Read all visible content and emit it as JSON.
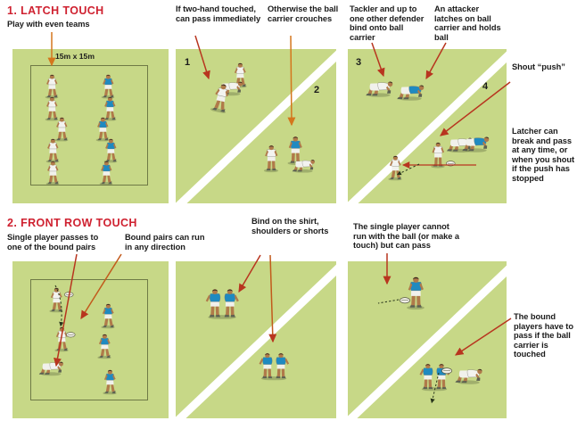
{
  "document": {
    "title": "Rugby coaching drills diagram",
    "colors": {
      "pitch_green": "#c7d887",
      "heading_red": "#cf2130",
      "arrow_red": "#c0392b",
      "arrow_orange": "#d4761d",
      "jersey_blue": "#1f8ac0",
      "jersey_white": "#f3f3f0",
      "box_line": "#6f7a46",
      "diagonal_white": "#ffffff",
      "text_black": "#1b1b1b"
    }
  },
  "sections": [
    {
      "id": "latch-touch",
      "heading": "1. LATCH TOUCH",
      "captions": [
        {
          "id": "cap-1-1",
          "text": "Play with even teams"
        },
        {
          "id": "cap-1-2",
          "text": "If two-hand touched, can pass immediately"
        },
        {
          "id": "cap-1-3",
          "text": "Otherwise the ball carrier crouches"
        },
        {
          "id": "cap-1-4",
          "text": "Tackler and up to one other defender bind onto ball carrier"
        },
        {
          "id": "cap-1-5",
          "text": "An attacker latches on ball carrier and holds ball"
        },
        {
          "id": "cap-1-6",
          "text": "Shout “push”"
        },
        {
          "id": "cap-1-7",
          "text": "Latcher can break and pass at any time, or when you shout if the push has stopped"
        }
      ],
      "field_label": "15m x 15m",
      "panel_numbers": [
        "1",
        "2",
        "3",
        "4"
      ]
    },
    {
      "id": "front-row-touch",
      "heading": "2. FRONT ROW TOUCH",
      "captions": [
        {
          "id": "cap-2-1",
          "text": "Single player passes to one of the bound pairs"
        },
        {
          "id": "cap-2-2",
          "text": "Bound pairs can run in any direction"
        },
        {
          "id": "cap-2-3",
          "text": "Bind on the shirt, shoulders or shorts"
        },
        {
          "id": "cap-2-4",
          "text": "The single player cannot run with the ball (or make a touch) but can pass"
        },
        {
          "id": "cap-2-5",
          "text": "The bound players have to pass if the ball carrier is touched"
        }
      ]
    }
  ]
}
